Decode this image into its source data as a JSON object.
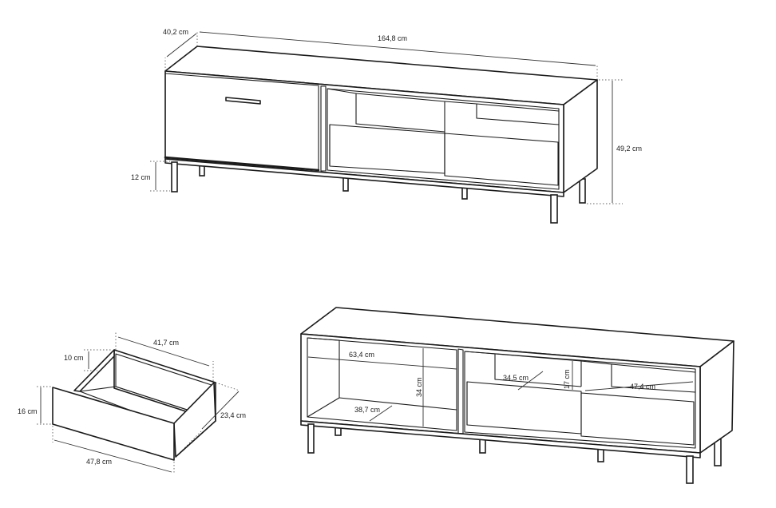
{
  "dimensions": {
    "depth": "40,2 cm",
    "width": "164,8 cm",
    "height": "49,2 cm",
    "leg_height": "12 cm",
    "drawer_inner_width": "41,7 cm",
    "drawer_side_height": "10 cm",
    "drawer_front_height": "16 cm",
    "drawer_depth": "23,4 cm",
    "drawer_front_width": "47,8 cm",
    "left_compartment_width": "63,4 cm",
    "left_compartment_depth": "38,7 cm",
    "left_compartment_height": "34 cm",
    "shelf_depth": "34,5 cm",
    "shelf_clearance": "17 cm",
    "shelf_width": "47,4 cm"
  }
}
